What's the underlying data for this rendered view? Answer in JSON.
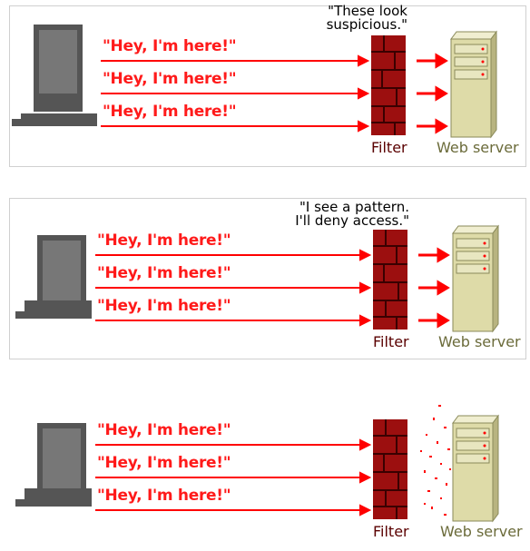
{
  "colors": {
    "message": "#ff1a1a",
    "arrow": "#ff0000",
    "wall": "#9c0f0f",
    "server": "#dedba8",
    "computer": "#555555"
  },
  "panels": [
    {
      "quote": "\"These look\nsuspicious.\"",
      "messages": [
        "\"Hey, I'm here!\"",
        "\"Hey, I'm here!\"",
        "\"Hey, I'm here!\""
      ],
      "filter_label": "Filter",
      "server_label": "Web server",
      "state": "forwarded"
    },
    {
      "quote": "\"I see a pattern.\nI'll deny access.\"",
      "messages": [
        "\"Hey, I'm here!\"",
        "\"Hey, I'm here!\"",
        "\"Hey, I'm here!\""
      ],
      "filter_label": "Filter",
      "server_label": "Web server",
      "state": "forwarded"
    },
    {
      "quote": "",
      "messages": [
        "\"Hey, I'm here!\"",
        "\"Hey, I'm here!\"",
        "\"Hey, I'm here!\""
      ],
      "filter_label": "Filter",
      "server_label": "Web server",
      "state": "blocked"
    }
  ]
}
